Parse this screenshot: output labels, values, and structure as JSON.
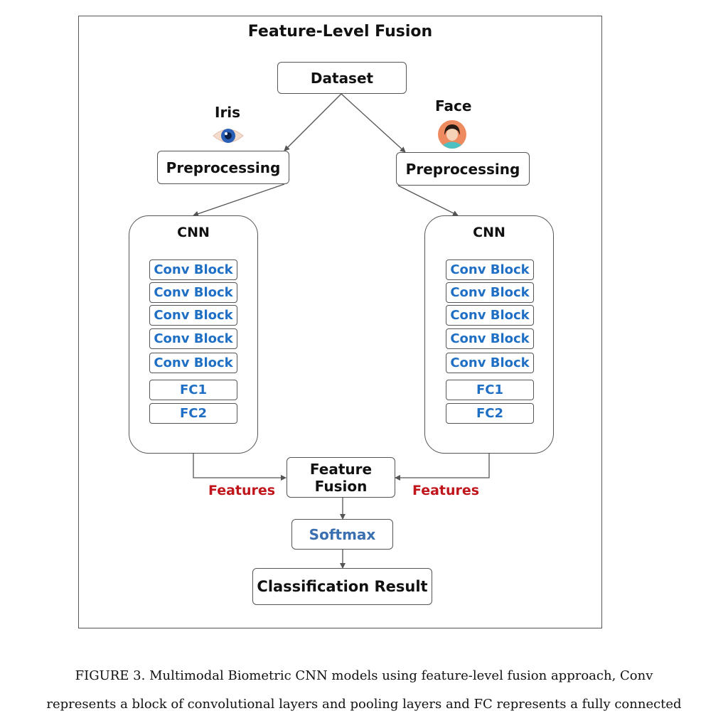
{
  "title": "Feature-Level Fusion",
  "dataset": "Dataset",
  "left": {
    "modality": "Iris",
    "icon": "eye-icon",
    "preprocessing": "Preprocessing",
    "cnn_label": "CNN",
    "blocks": [
      "Conv Block",
      "Conv Block",
      "Conv Block",
      "Conv Block",
      "Conv Block",
      "FC1",
      "FC2"
    ],
    "features": "Features"
  },
  "right": {
    "modality": "Face",
    "icon": "face-avatar-icon",
    "preprocessing": "Preprocessing",
    "cnn_label": "CNN",
    "blocks": [
      "Conv Block",
      "Conv Block",
      "Conv Block",
      "Conv Block",
      "Conv Block",
      "FC1",
      "FC2"
    ],
    "features": "Features"
  },
  "fusion": {
    "line1": "Feature",
    "line2": "Fusion"
  },
  "softmax": "Softmax",
  "result": "Classification Result",
  "caption": {
    "line1": "FIGURE 3. Multimodal Biometric CNN models using feature-level fusion approach, Conv",
    "line2": "represents a block of convolutional layers and pooling layers and FC represents a fully connected"
  },
  "colors": {
    "block_text": "#1f6fc4",
    "features_text": "#c0151b",
    "softmax_text": "#3a6fb0"
  }
}
